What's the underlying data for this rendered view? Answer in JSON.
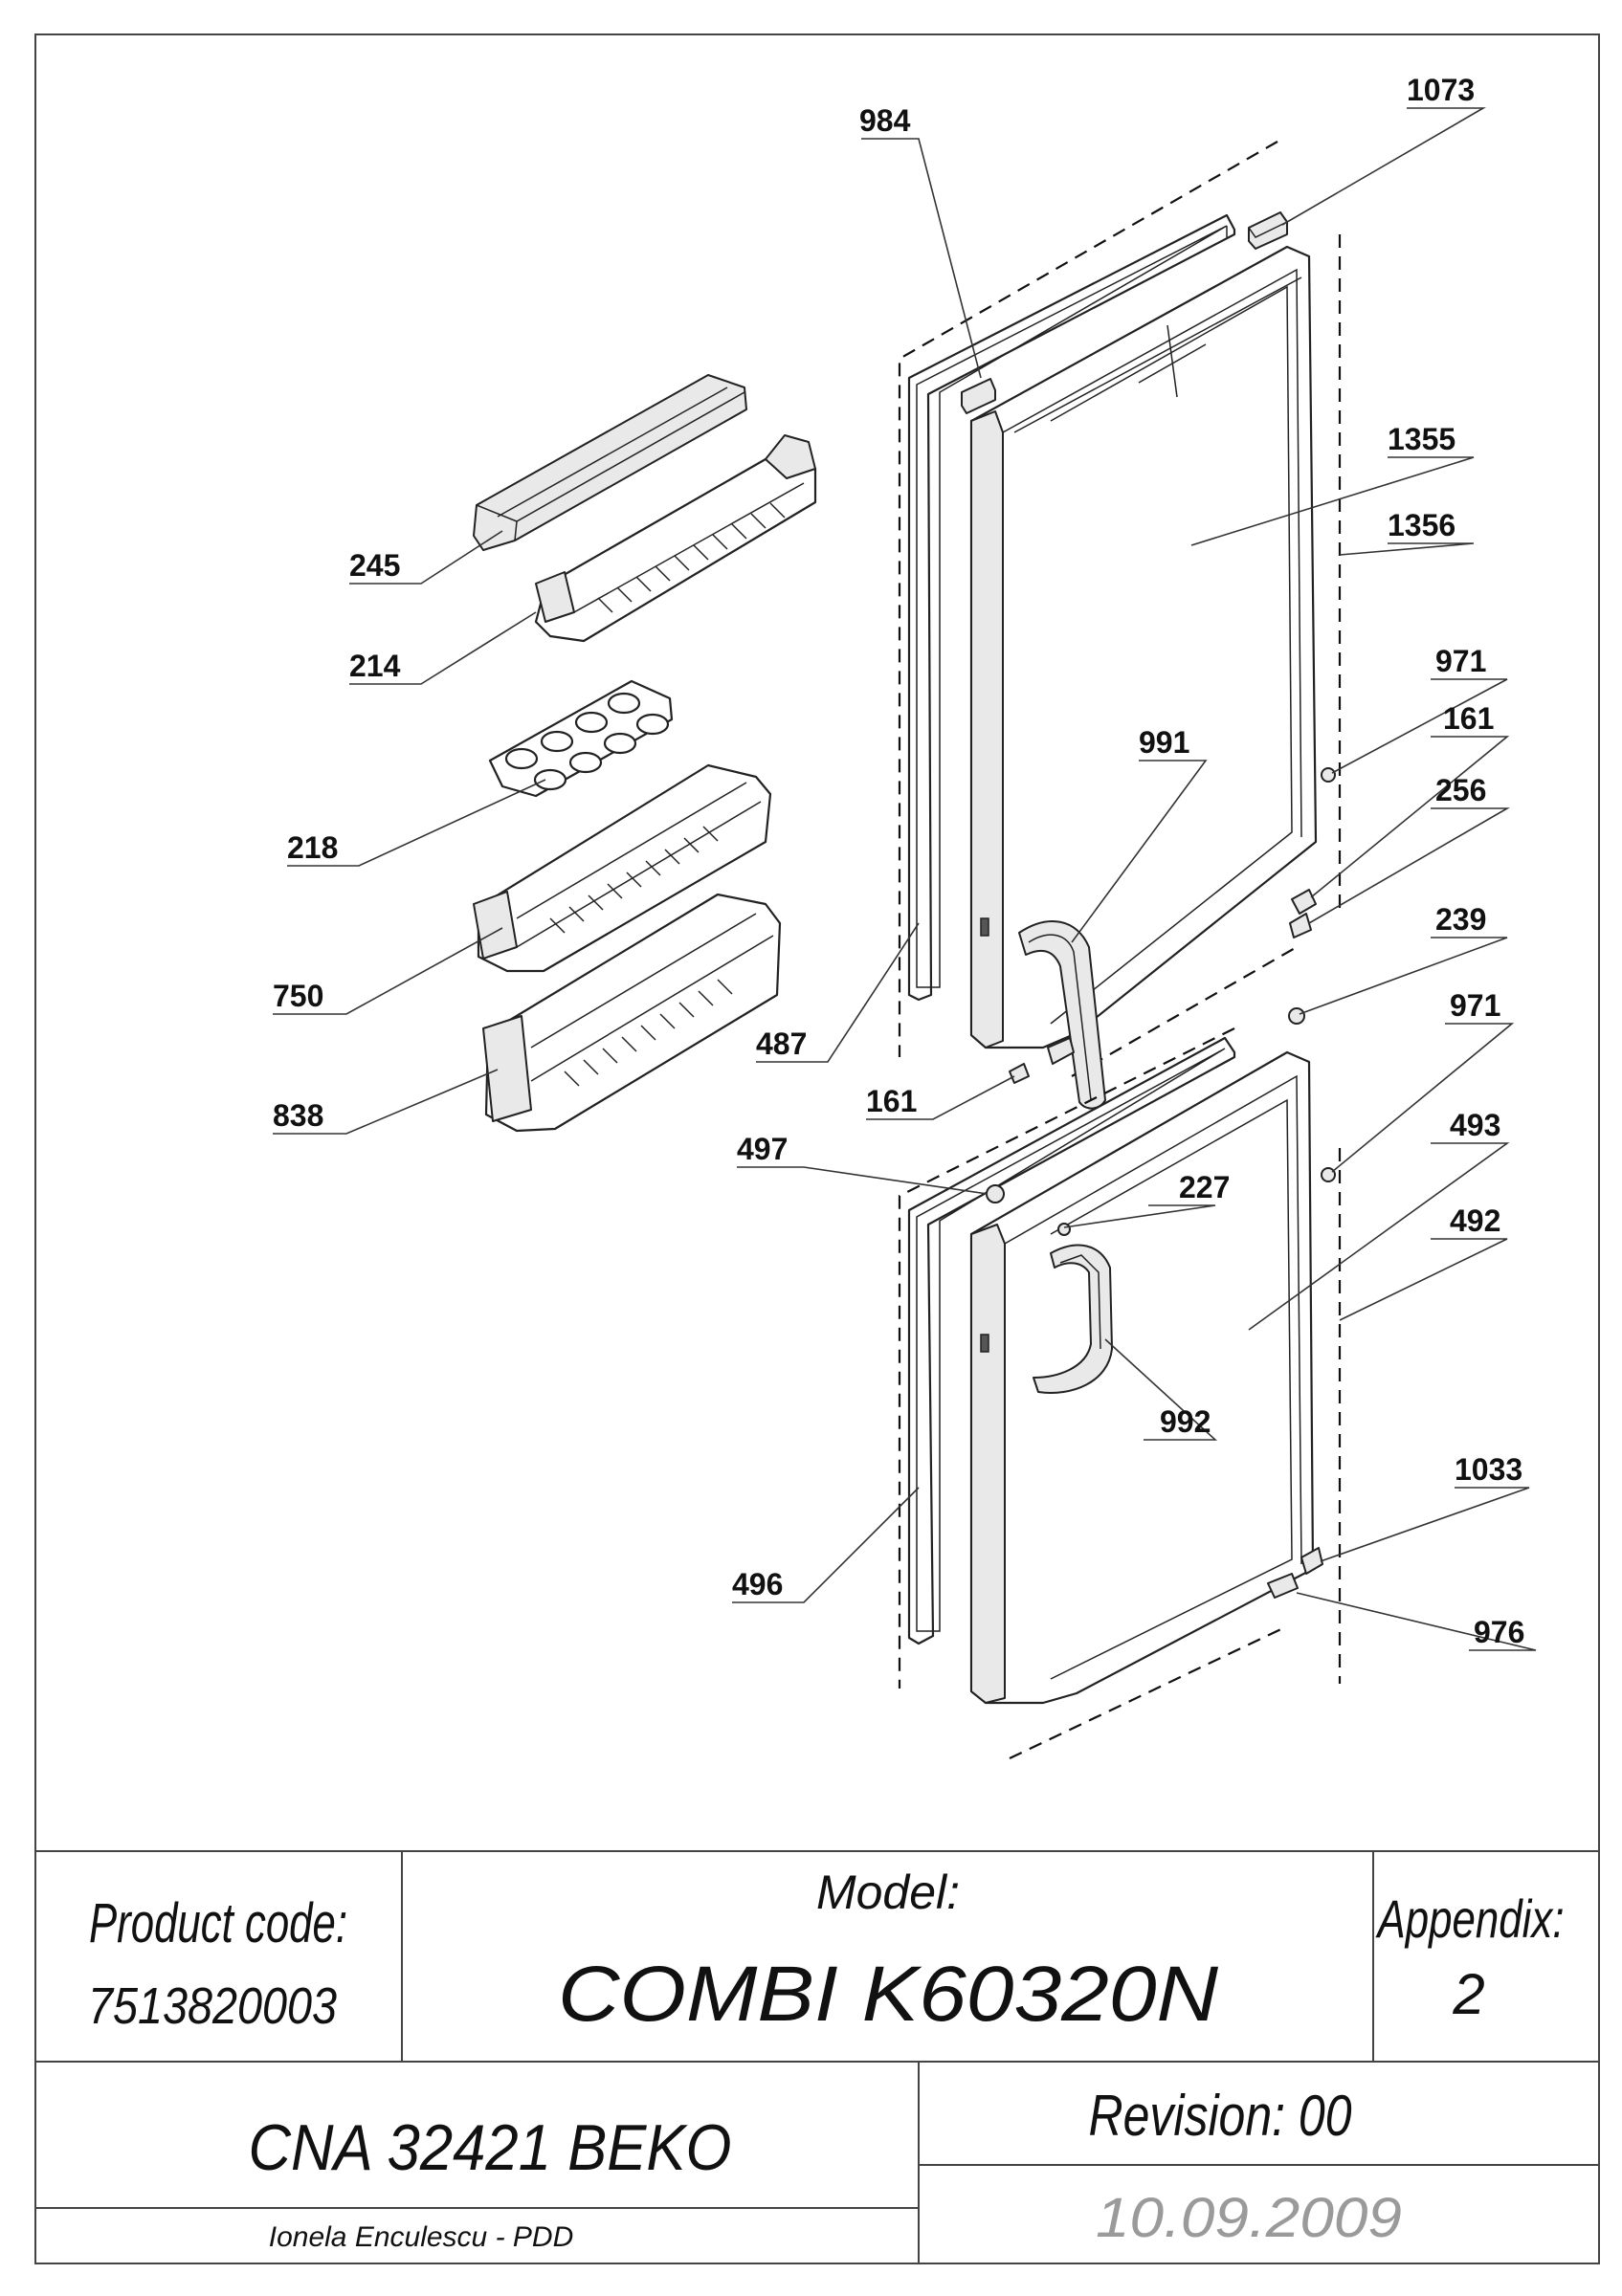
{
  "callouts": {
    "c984": "984",
    "c1073": "1073",
    "c1355": "1355",
    "c1356": "1356",
    "c245": "245",
    "c214": "214",
    "c971a": "971",
    "c161a": "161",
    "c991": "991",
    "c256": "256",
    "c218": "218",
    "c239": "239",
    "c750": "750",
    "c971b": "971",
    "c487": "487",
    "c838": "838",
    "c161b": "161",
    "c497": "497",
    "c493": "493",
    "c227": "227",
    "c492": "492",
    "c992": "992",
    "c1033": "1033",
    "c496": "496",
    "c976": "976"
  },
  "title_block": {
    "product_code_label": "Product code:",
    "product_code": "7513820003",
    "model_label": "Model:",
    "model": "COMBI K60320N",
    "appendix_label": "Appendix:",
    "appendix": "2",
    "name": "CNA 32421 BEKO",
    "revision": "Revision: 00",
    "author": "Ionela Enculescu - PDD",
    "date": "10.09.2009"
  }
}
